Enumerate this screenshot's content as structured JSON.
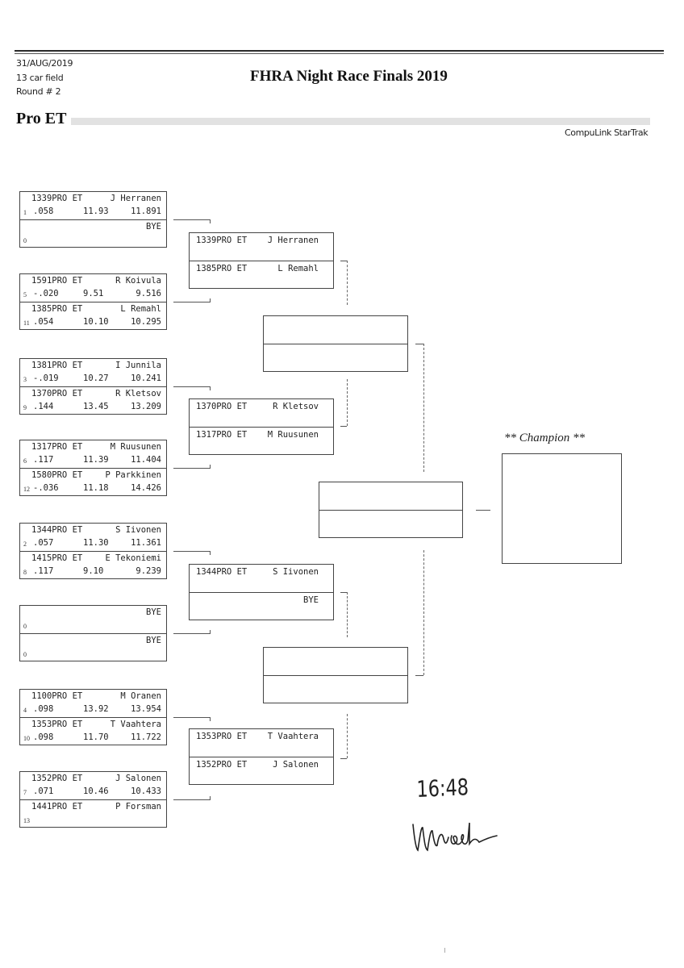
{
  "header": {
    "date": "31/AUG/2019",
    "field": "13 car field",
    "round": "Round # 2",
    "title": "FHRA Night Race Finals 2019",
    "category": "Pro ET",
    "brand": "CompuLink StarTrak"
  },
  "round1": [
    {
      "top": {
        "car": "1339PRO ET",
        "driver": "J Herranen",
        "seed": "1",
        "rt": ".058",
        "dial": "11.93",
        "et": "11.891"
      },
      "bottom": {
        "car": "",
        "driver": "BYE",
        "seed": "0",
        "rt": "",
        "dial": "",
        "et": ""
      }
    },
    {
      "top": {
        "car": "1591PRO ET",
        "driver": "R Koivula",
        "seed": "5",
        "rt": "-.020",
        "dial": "9.51",
        "et": "9.516"
      },
      "bottom": {
        "car": "1385PRO ET",
        "driver": "L Remahl",
        "seed": "11",
        "rt": ".054",
        "dial": "10.10",
        "et": "10.295"
      }
    },
    {
      "top": {
        "car": "1381PRO ET",
        "driver": "I Junnila",
        "seed": "3",
        "rt": "-.019",
        "dial": "10.27",
        "et": "10.241"
      },
      "bottom": {
        "car": "1370PRO ET",
        "driver": "R Kletsov",
        "seed": "9",
        "rt": ".144",
        "dial": "13.45",
        "et": "13.209"
      }
    },
    {
      "top": {
        "car": "1317PRO ET",
        "driver": "M Ruusunen",
        "seed": "6",
        "rt": ".117",
        "dial": "11.39",
        "et": "11.404"
      },
      "bottom": {
        "car": "1580PRO ET",
        "driver": "P Parkkinen",
        "seed": "12",
        "rt": "-.036",
        "dial": "11.18",
        "et": "14.426"
      }
    },
    {
      "top": {
        "car": "1344PRO ET",
        "driver": "S Iivonen",
        "seed": "2",
        "rt": ".057",
        "dial": "11.30",
        "et": "11.361"
      },
      "bottom": {
        "car": "1415PRO ET",
        "driver": "E Tekoniemi",
        "seed": "8",
        "rt": ".117",
        "dial": "9.10",
        "et": "9.239"
      }
    },
    {
      "top": {
        "car": "",
        "driver": "BYE",
        "seed": "0",
        "rt": "",
        "dial": "",
        "et": ""
      },
      "bottom": {
        "car": "",
        "driver": "BYE",
        "seed": "0",
        "rt": "",
        "dial": "",
        "et": ""
      }
    },
    {
      "top": {
        "car": "1100PRO ET",
        "driver": "M Oranen",
        "seed": "4",
        "rt": ".098",
        "dial": "13.92",
        "et": "13.954"
      },
      "bottom": {
        "car": "1353PRO ET",
        "driver": "T Vaahtera",
        "seed": "10",
        "rt": ".098",
        "dial": "11.70",
        "et": "11.722"
      }
    },
    {
      "top": {
        "car": "1352PRO ET",
        "driver": "J Salonen",
        "seed": "7",
        "rt": ".071",
        "dial": "10.46",
        "et": "10.433"
      },
      "bottom": {
        "car": "1441PRO ET",
        "driver": "P Forsman",
        "seed": "13",
        "rt": "",
        "dial": "",
        "et": ""
      }
    }
  ],
  "round2": [
    {
      "top": {
        "car": "1339PRO ET",
        "driver": "J Herranen"
      },
      "bottom": {
        "car": "1385PRO ET",
        "driver": "L Remahl"
      }
    },
    {
      "top": {
        "car": "1370PRO ET",
        "driver": "R Kletsov"
      },
      "bottom": {
        "car": "1317PRO ET",
        "driver": "M Ruusunen"
      }
    },
    {
      "top": {
        "car": "1344PRO ET",
        "driver": "S Iivonen"
      },
      "bottom": {
        "car": "",
        "driver": "BYE"
      }
    },
    {
      "top": {
        "car": "1353PRO ET",
        "driver": "T Vaahtera"
      },
      "bottom": {
        "car": "1352PRO ET",
        "driver": "J Salonen"
      }
    }
  ],
  "champion": {
    "label": "** Champion **"
  },
  "handwriting": {
    "time": "16:48",
    "signature": "signature"
  }
}
